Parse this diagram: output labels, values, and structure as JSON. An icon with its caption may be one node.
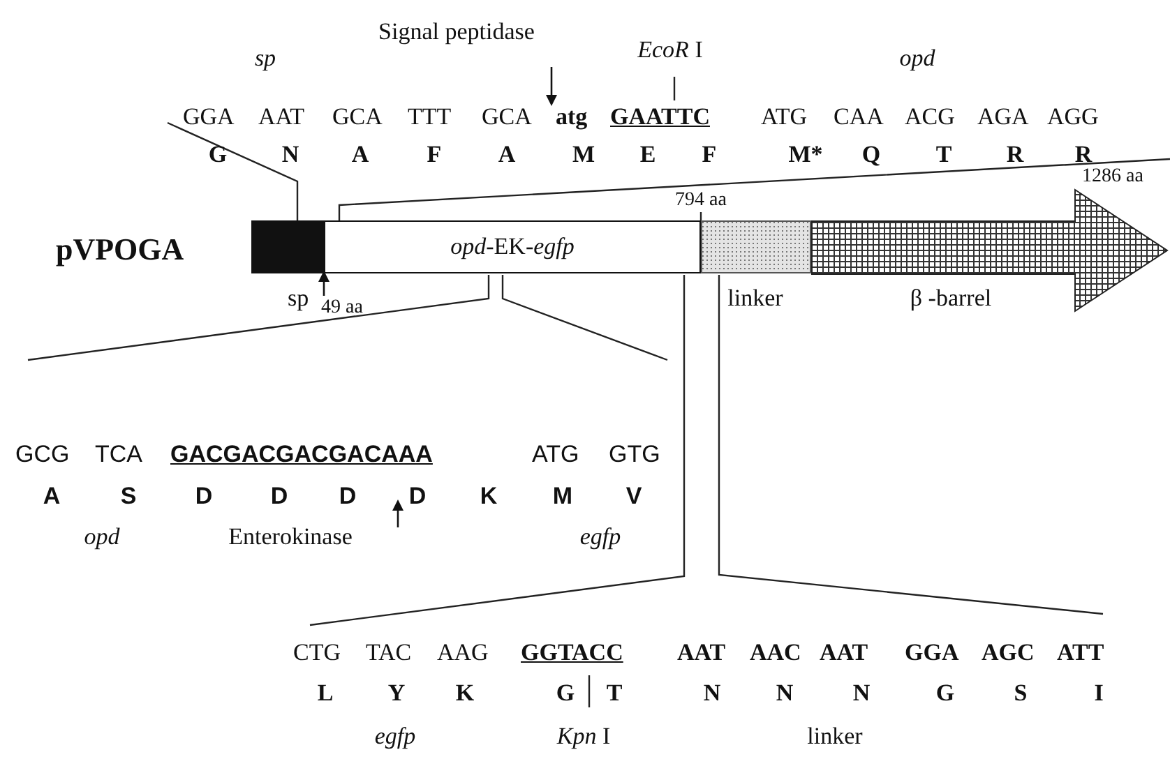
{
  "diagram": {
    "nodes": [
      {
        "text": [
          "sp"
        ]
      },
      {
        "text": [
          "*opd*-EK-*egfp*"
        ]
      },
      {
        "text": [
          "linker"
        ]
      },
      {
        "text": [
          "β -barrel"
        ],
        "beside": [
          "1286 aa"
        ]
      }
    ],
    "labels": [
      "sp",
      "Signal peptidase",
      "*EcoR* I",
      "opd",
      "GGA",
      "AAT",
      "GCA",
      "TTT",
      "GCA",
      "atg",
      "GAATTC",
      "ATG",
      "CAA",
      "ACG",
      "AGA",
      "AGG",
      "G",
      "N",
      "A",
      "F",
      "A",
      "M",
      "E",
      "F",
      "M*",
      "Q",
      "T",
      "R",
      "R",
      "pVPOGA",
      "794 aa",
      "49 aa",
      "GCG",
      "TCA",
      "GACGACGACGACAAA",
      "ATG",
      "GTG",
      "A",
      "S",
      "D",
      "D",
      "D",
      "D",
      "K",
      "M",
      "V",
      "opd",
      "Enterokinase",
      "egfp",
      "CTG",
      "TAC",
      "AAG",
      "GGTACC",
      "AAT",
      "AAC",
      "AAT",
      "GGA",
      "AGC",
      "ATT",
      "L",
      "Y",
      "K",
      "G",
      "T",
      "N",
      "N",
      "N",
      "G",
      "S",
      "I",
      "egfp",
      "*Kpn* I",
      "linker"
    ]
  }
}
